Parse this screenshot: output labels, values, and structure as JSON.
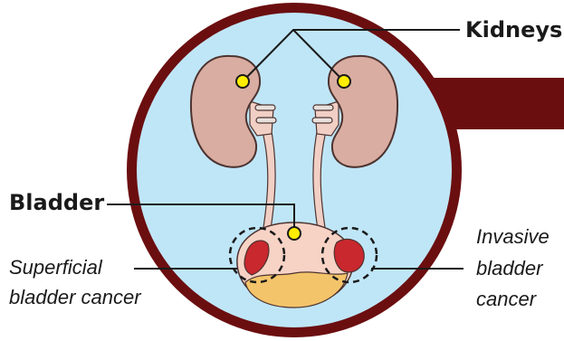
{
  "labels": {
    "kidneys": "Kidneys",
    "bladder": "Bladder",
    "superficial": [
      "Superficial",
      "bladder cancer"
    ],
    "invasive": [
      "Invasive",
      "bladder",
      "cancer"
    ]
  },
  "colors": {
    "frame": "#6b0e10",
    "background": "#bfe6f7",
    "kidney": "#d9ada1",
    "kidney_outline": "#4d3330",
    "ureter": "#f1cfc4",
    "bladder": "#f7d3c6",
    "urine": "#f4c46a",
    "tumor": "#c8282e",
    "marker": "#ffee00"
  },
  "icons": [
    "left-kidney-icon",
    "right-kidney-icon",
    "bladder-icon",
    "tumor-icon"
  ]
}
